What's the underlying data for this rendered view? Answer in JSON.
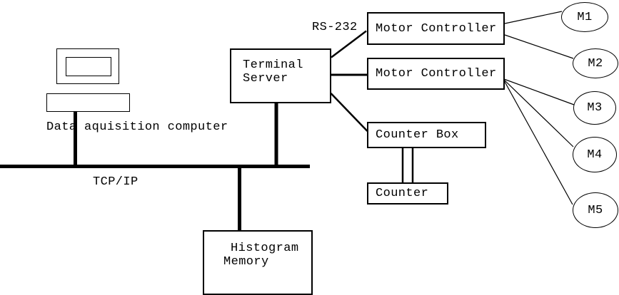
{
  "colors": {
    "background": "#ffffff",
    "line": "#000000",
    "text": "#000000"
  },
  "labels": {
    "computer": "Data aquisition computer",
    "bus": "TCP/IP",
    "serial": "RS-232"
  },
  "nodes": {
    "terminal_server": {
      "line1": "Terminal",
      "line2": "Server"
    },
    "motor_controller_1": {
      "label": "Motor Controller"
    },
    "motor_controller_2": {
      "label": "Motor Controller"
    },
    "counter_box": {
      "label": "Counter Box"
    },
    "counter": {
      "label": "Counter"
    },
    "histogram_memory": {
      "line1": "Histogram",
      "line2": "Memory"
    }
  },
  "motors": [
    {
      "label": "M1"
    },
    {
      "label": "M2"
    },
    {
      "label": "M3"
    },
    {
      "label": "M4"
    },
    {
      "label": "M5"
    }
  ]
}
